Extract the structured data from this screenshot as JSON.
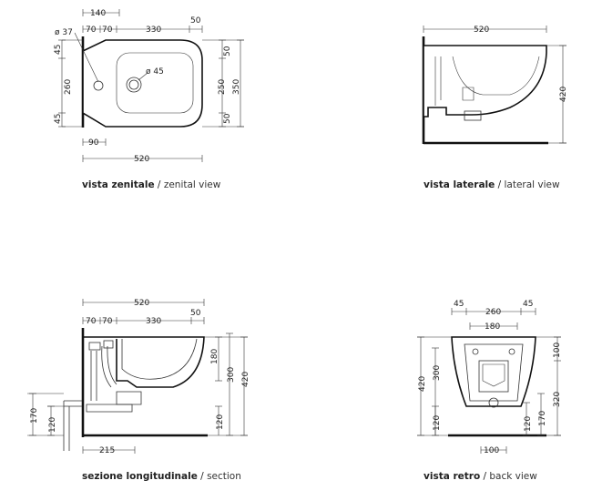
{
  "views": {
    "top": {
      "caption_it": "vista zenitale",
      "caption_en": "zenital view",
      "dims": {
        "d140": "140",
        "d70a": "70",
        "d70b": "70",
        "d330": "330",
        "d50": "50",
        "hole37": "ø 37",
        "hole45": "ø 45",
        "d45a": "45",
        "d260": "260",
        "d45b": "45",
        "d50a": "50",
        "d250": "250",
        "d50b": "50",
        "d350": "350",
        "d90": "90",
        "d520": "520"
      }
    },
    "side": {
      "caption_it": "vista laterale",
      "caption_en": "lateral view",
      "dims": {
        "d520": "520",
        "d420": "420"
      }
    },
    "section": {
      "caption_it": "sezione longitudinale",
      "caption_en": "section",
      "dims": {
        "d520": "520",
        "d70a": "70",
        "d70b": "70",
        "d330": "330",
        "d50": "50",
        "d180": "180",
        "d300": "300",
        "d420": "420",
        "d120r": "120",
        "d170": "170",
        "d120l": "120",
        "d215": "215"
      }
    },
    "back": {
      "caption_it": "vista retro",
      "caption_en": "back view",
      "dims": {
        "d45a": "45",
        "d260": "260",
        "d45b": "45",
        "d180": "180",
        "d100r": "100",
        "d320": "320",
        "d120r": "120",
        "d170": "170",
        "d420": "420",
        "d300": "300",
        "d120l": "120",
        "d100b": "100"
      }
    }
  }
}
